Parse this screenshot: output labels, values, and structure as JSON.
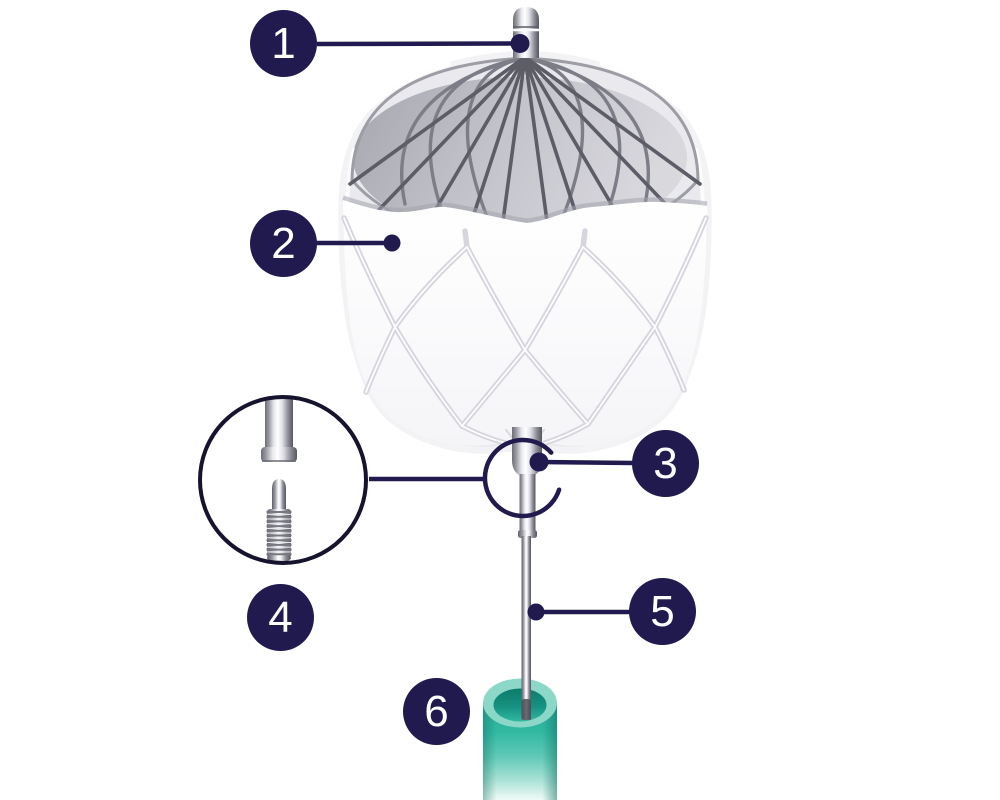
{
  "diagram": {
    "callouts": [
      {
        "number": "1"
      },
      {
        "number": "2"
      },
      {
        "number": "3"
      },
      {
        "number": "4"
      },
      {
        "number": "5"
      },
      {
        "number": "6"
      }
    ],
    "colors": {
      "marker_navy": "#211a4e",
      "leader_line_navy": "#211a4e",
      "inset_ring": "#16132f",
      "catheter_teal": "#2bb49d",
      "catheter_rim_mint": "#8cd8c8",
      "frame_wire_gray": "#5d5d67",
      "fabric_white": "#fcfcfe",
      "interior_gray": "#bcbcc4",
      "metal_gray": "#9a9aa4"
    }
  }
}
